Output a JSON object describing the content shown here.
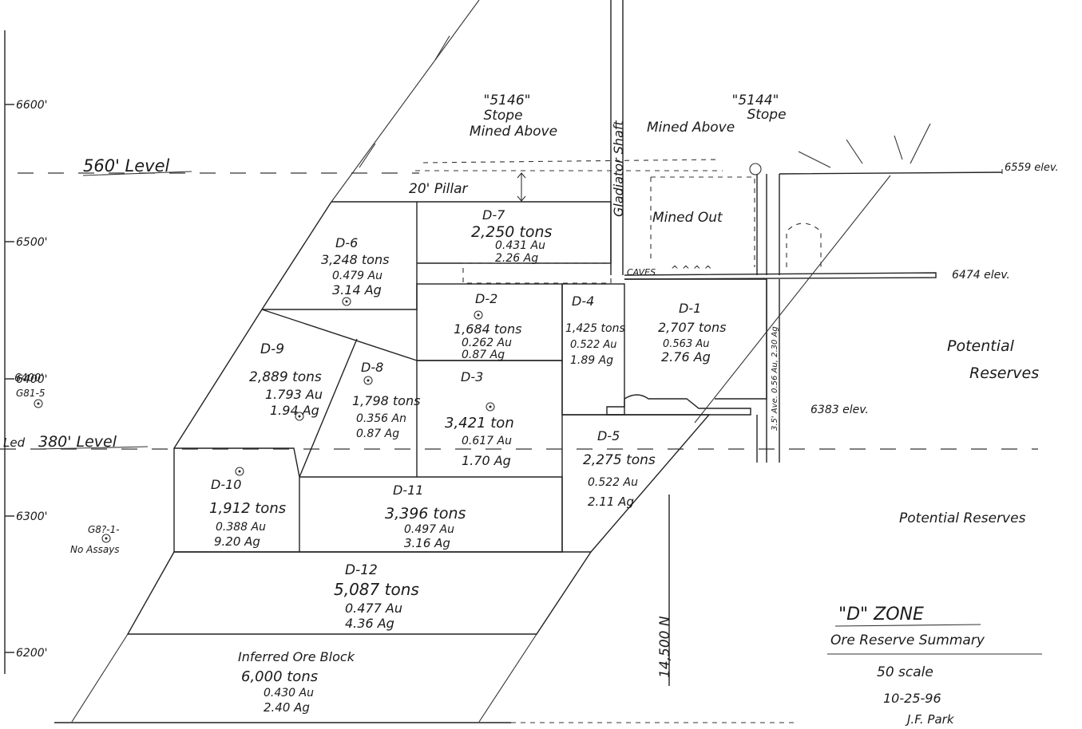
{
  "elevations": [
    "6600'",
    "6500'",
    "6400'",
    "6300'",
    "6200'"
  ],
  "levels": {
    "upper": "560' Level",
    "lower": "380' Level",
    "lower_prefix": "Led"
  },
  "elev_marks": {
    "e6559": "6559 elev.",
    "e6474": "6474 elev.",
    "e6383": "6383 elev."
  },
  "stopes": {
    "s5146": [
      "\"5146\"",
      "Stope",
      "Mined Above"
    ],
    "s5144": [
      "\"5144\"",
      "Stope"
    ],
    "s5144_mined": "Mined Above"
  },
  "labels": {
    "pillar": "20' Pillar",
    "shaft": "Gladiator Shaft",
    "mined_out": "Mined Out",
    "caves": "CAVES",
    "potential_1": [
      "Potential",
      "Reserves"
    ],
    "potential_2": "Potential Reserves",
    "ave_assay": "3.5' Ave. 0.56 Au, 2.30 Ag",
    "drill_1": [
      "6400'",
      "G81-5"
    ],
    "drill_2": [
      "G8?-1-",
      "No Assays"
    ],
    "northing": "14,500 N"
  },
  "blocks": {
    "d1": [
      "D-1",
      "2,707 tons",
      "0.563 Au",
      "2.76 Ag"
    ],
    "d2": [
      "D-2",
      "1,684 tons",
      "0.262 Au",
      "0.87 Ag"
    ],
    "d3": [
      "D-3",
      "3,421 ton",
      "0.617 Au",
      "1.70 Ag"
    ],
    "d4": [
      "D-4",
      "1,425 tons",
      "0.522 Au",
      "1.89 Ag"
    ],
    "d5": [
      "D-5",
      "2,275 tons",
      "0.522 Au",
      "2.11 Ag"
    ],
    "d6": [
      "D-6",
      "3,248 tons",
      "0.479 Au",
      "3.14 Ag"
    ],
    "d7": [
      "D-7",
      "2,250 tons",
      "0.431 Au",
      "2.26 Ag"
    ],
    "d8": [
      "D-8",
      "1,798 tons",
      "0.356 An",
      "0.87 Ag"
    ],
    "d9": [
      "D-9",
      "2,889 tons",
      "1.793 Au",
      "1.94 Ag"
    ],
    "d10": [
      "D-10",
      "1,912 tons",
      "0.388 Au",
      "9.20 Ag"
    ],
    "d11": [
      "D-11",
      "3,396 tons",
      "0.497 Au",
      "3.16 Ag"
    ],
    "d12": [
      "D-12",
      "5,087 tons",
      "0.477 Au",
      "4.36 Ag"
    ],
    "inferred": [
      "Inferred Ore Block",
      "6,000 tons",
      "0.430 Au",
      "2.40 Ag"
    ]
  },
  "title_block": {
    "title": "\"D\" ZONE",
    "subtitle": "Ore Reserve Summary",
    "scale": "50 scale",
    "date": "10-25-96",
    "author": "J.F. Park"
  },
  "colors": {
    "ink": "#1a1a1a",
    "paper": "#ffffff"
  }
}
